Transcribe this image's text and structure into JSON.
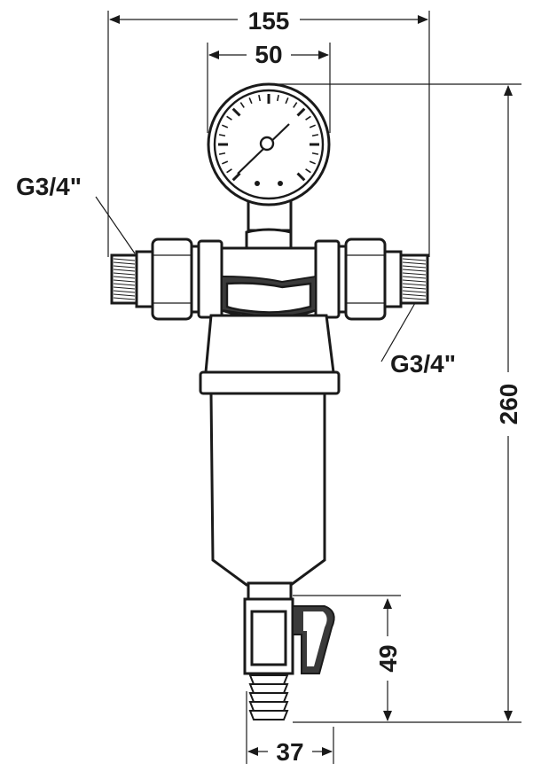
{
  "dimensions": {
    "overall_width": "155",
    "gauge_width": "50",
    "overall_height": "260",
    "drain_height": "49",
    "drain_width": "37"
  },
  "connections": {
    "inlet_thread": "G3/4\"",
    "outlet_thread": "G3/4\""
  },
  "colors": {
    "line": "#1a1a1a",
    "background": "#ffffff",
    "shade": "#3a3a3a"
  }
}
